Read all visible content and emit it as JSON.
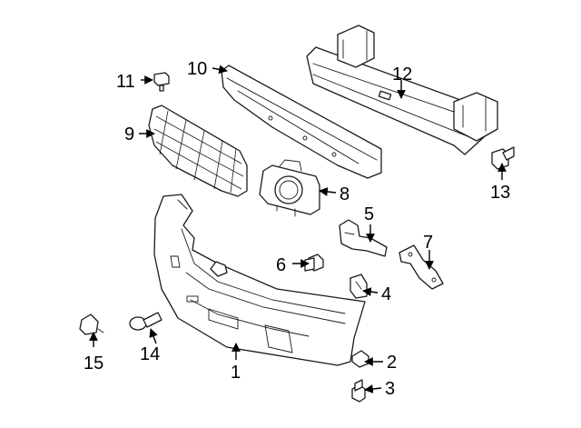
{
  "callouts": {
    "c1": "1",
    "c2": "2",
    "c3": "3",
    "c4": "4",
    "c5": "5",
    "c6": "6",
    "c7": "7",
    "c8": "8",
    "c9": "9",
    "c10": "10",
    "c11": "11",
    "c12": "12",
    "c13": "13",
    "c14": "14",
    "c15": "15"
  },
  "colors": {
    "line": "#1a1a1a",
    "background": "#ffffff"
  }
}
